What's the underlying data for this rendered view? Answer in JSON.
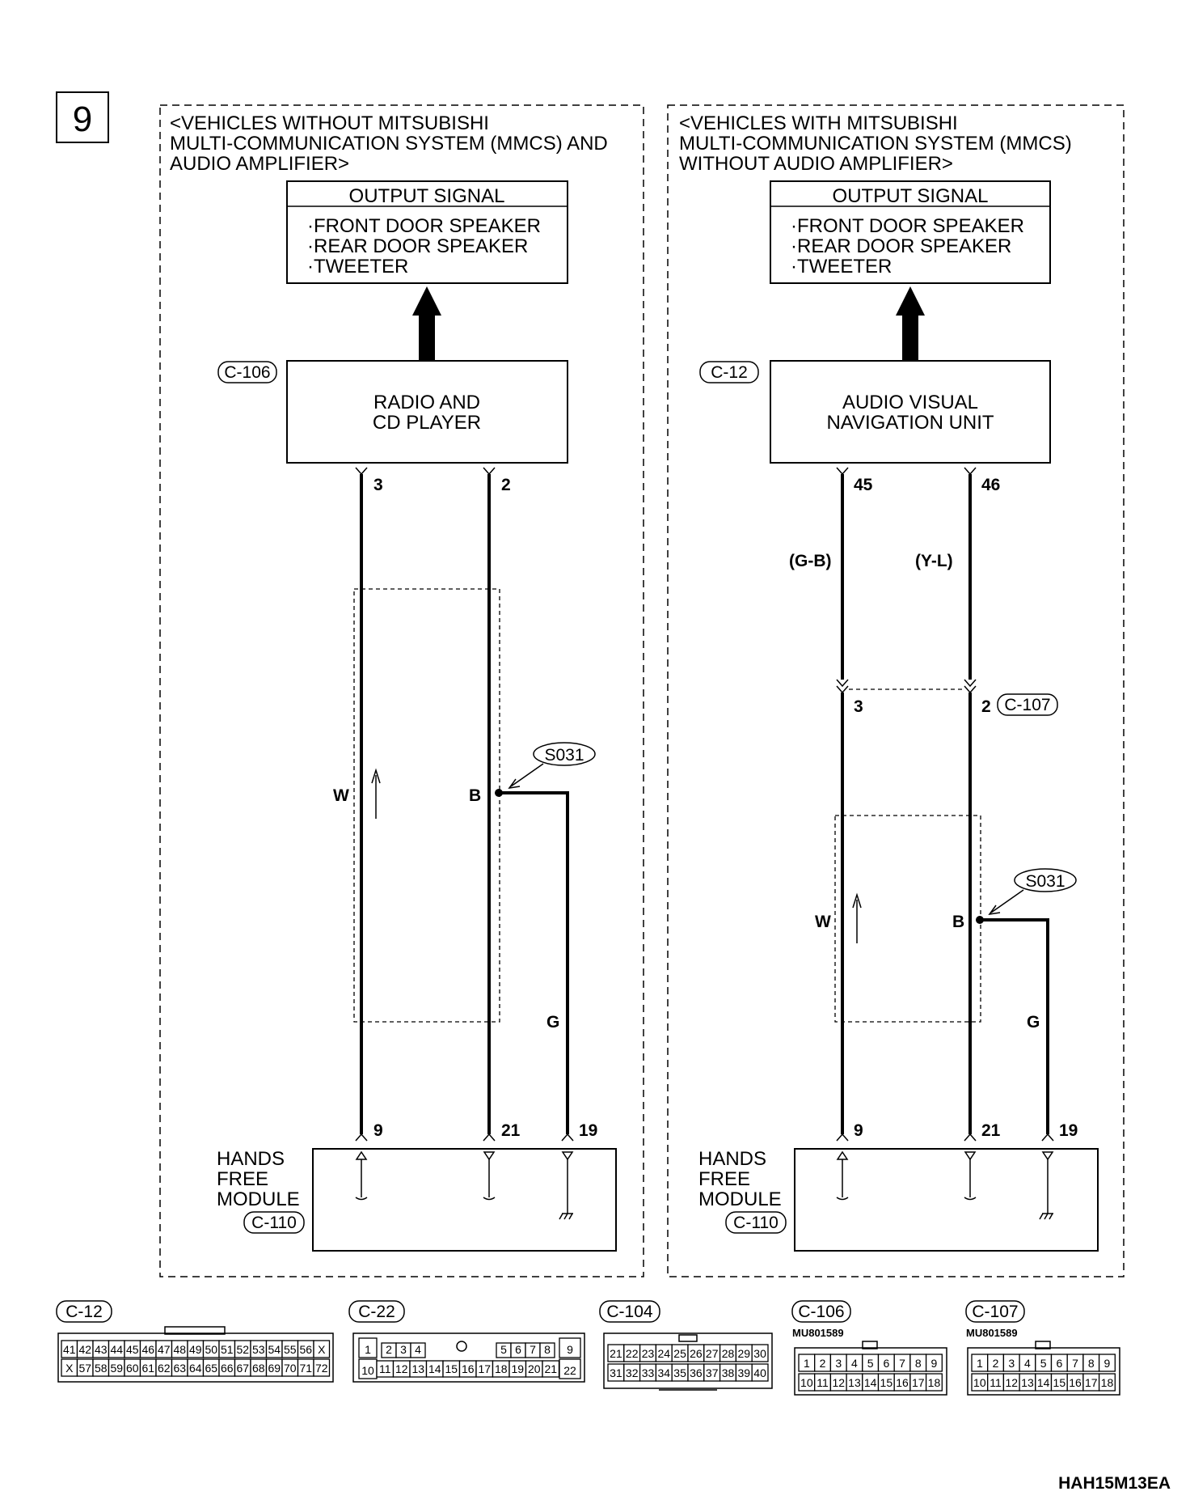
{
  "step_number": "9",
  "left_panel": {
    "condition": [
      "<VEHICLES WITHOUT MITSUBISHI",
      "MULTI-COMMUNICATION SYSTEM (MMCS) AND",
      "AUDIO AMPLIFIER>"
    ],
    "output": {
      "header": "OUTPUT SIGNAL",
      "items": [
        "·FRONT DOOR SPEAKER",
        "·REAR DOOR SPEAKER",
        "·TWEETER"
      ]
    },
    "unit_connector": "C-106",
    "unit_name": [
      "RADIO AND",
      "CD PLAYER"
    ],
    "pin_left": "3",
    "pin_right": "2",
    "wire_left": "W",
    "wire_right": "B",
    "ground_wire": "G",
    "splice": "S031",
    "module_pins": [
      "9",
      "21",
      "19"
    ],
    "module_name": [
      "HANDS",
      "FREE",
      "MODULE"
    ],
    "module_connector": "C-110"
  },
  "right_panel": {
    "condition": [
      "<VEHICLES WITH MITSUBISHI",
      "MULTI-COMMUNICATION SYSTEM (MMCS)",
      "WITHOUT AUDIO AMPLIFIER>"
    ],
    "output": {
      "header": "OUTPUT SIGNAL",
      "items": [
        "·FRONT DOOR SPEAKER",
        "·REAR DOOR SPEAKER",
        "·TWEETER"
      ]
    },
    "unit_connector": "C-12",
    "unit_name": [
      "AUDIO VISUAL",
      "NAVIGATION UNIT"
    ],
    "pin_left": "45",
    "pin_right": "46",
    "color_left": "(G-B)",
    "color_right": "(Y-L)",
    "junction_pin_left": "3",
    "junction_pin_right": "2",
    "junction_connector": "C-107",
    "wire_left": "W",
    "wire_right": "B",
    "ground_wire": "G",
    "splice": "S031",
    "module_pins": [
      "9",
      "21",
      "19"
    ],
    "module_name": [
      "HANDS",
      "FREE",
      "MODULE"
    ],
    "module_connector": "C-110"
  },
  "connectors": {
    "c12": {
      "label": "C-12",
      "row1": [
        "41",
        "42",
        "43",
        "44",
        "45",
        "46",
        "47",
        "48",
        "49",
        "50",
        "51",
        "52",
        "53",
        "54",
        "55",
        "56",
        "X"
      ],
      "row2": [
        "X",
        "57",
        "58",
        "59",
        "60",
        "61",
        "62",
        "63",
        "64",
        "65",
        "66",
        "67",
        "68",
        "69",
        "70",
        "71",
        "72"
      ]
    },
    "c22": {
      "label": "C-22",
      "row1_left": [
        "1",
        "2",
        "3",
        "4"
      ],
      "row1_right": [
        "5",
        "6",
        "7",
        "8",
        "9"
      ],
      "row2": [
        "10",
        "11",
        "12",
        "13",
        "14",
        "15",
        "16",
        "17",
        "18",
        "19",
        "20",
        "21",
        "22"
      ]
    },
    "c104": {
      "label": "C-104",
      "row1": [
        "21",
        "22",
        "23",
        "24",
        "25",
        "26",
        "27",
        "28",
        "29",
        "30"
      ],
      "row2": [
        "31",
        "32",
        "33",
        "34",
        "35",
        "36",
        "37",
        "38",
        "39",
        "40"
      ]
    },
    "c106": {
      "label": "C-106",
      "part": "MU801589",
      "row1": [
        "1",
        "2",
        "3",
        "4",
        "5",
        "6",
        "7",
        "8",
        "9"
      ],
      "row2": [
        "10",
        "11",
        "12",
        "13",
        "14",
        "15",
        "16",
        "17",
        "18"
      ]
    },
    "c107": {
      "label": "C-107",
      "part": "MU801589",
      "row1": [
        "1",
        "2",
        "3",
        "4",
        "5",
        "6",
        "7",
        "8",
        "9"
      ],
      "row2": [
        "10",
        "11",
        "12",
        "13",
        "14",
        "15",
        "16",
        "17",
        "18"
      ]
    }
  },
  "figure_code": "HAH15M13EA"
}
